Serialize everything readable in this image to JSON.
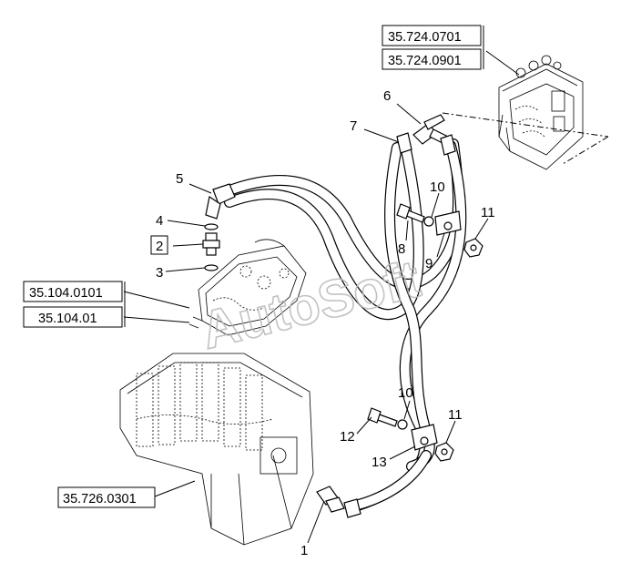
{
  "callouts": {
    "c1": "1",
    "c2": "2",
    "c3": "3",
    "c4": "4",
    "c5": "5",
    "c6": "6",
    "c7": "7",
    "c8": "8",
    "c9": "9",
    "c10a": "10",
    "c10b": "10",
    "c11a": "11",
    "c11b": "11",
    "c12": "12",
    "c13": "13"
  },
  "references": {
    "valve_top_1": "35.724.0701",
    "valve_top_2": "35.724.0901",
    "pump_1": "35.104.0101",
    "pump_2": "35.104.01",
    "valve_main": "35.726.0301"
  },
  "watermark": "AutoSoft"
}
